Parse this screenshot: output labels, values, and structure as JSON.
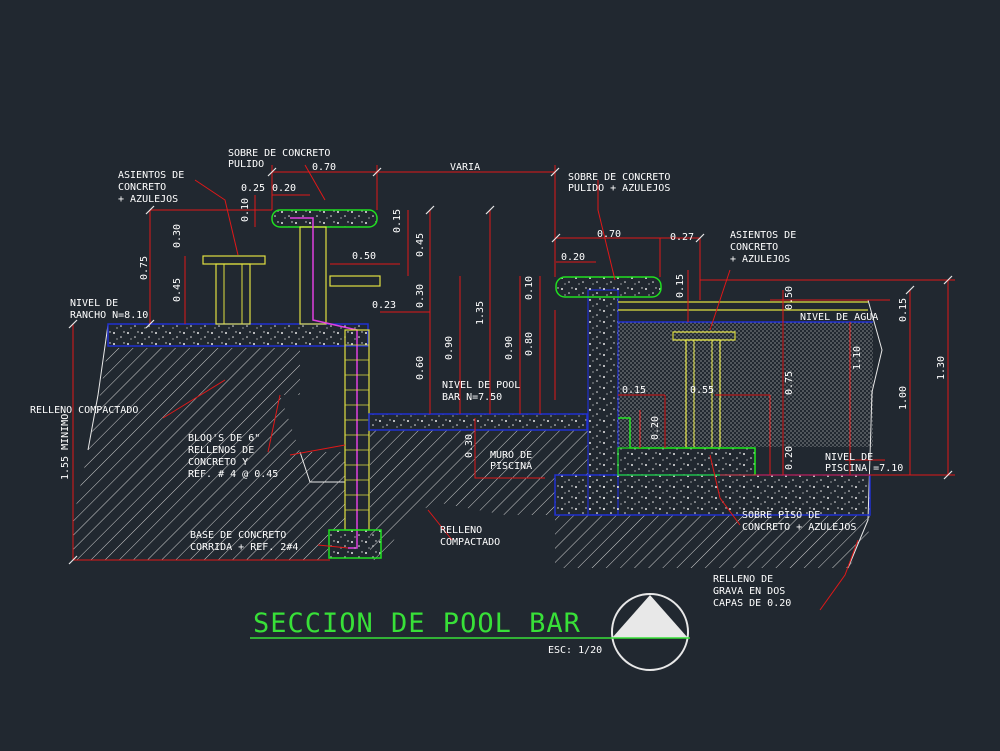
{
  "drawing": {
    "title": "SECCION DE POOL BAR",
    "scale": "ESC: 1/20",
    "colors": {
      "background": "#212830",
      "dimension": "#e01818",
      "label": "#ffffff",
      "structure": "#20e020",
      "slab": "#2030d0",
      "rebar": "#e040e0",
      "yellow": "#e0e040",
      "hatch": "#d8d8d8"
    }
  },
  "labels": {
    "asientos1": [
      "ASIENTOS DE",
      "CONCRETO",
      "+ AZULEJOS"
    ],
    "sobre1": [
      "SOBRE DE CONCRETO",
      "PULIDO"
    ],
    "varia": "VARIA",
    "sobre2": [
      "SOBRE DE CONCRETO",
      "PULIDO + AZULEJOS"
    ],
    "asientos2": [
      "ASIENTOS DE",
      "CONCRETO",
      "+ AZULEJOS"
    ],
    "nivel_rancho": [
      "NIVEL DE",
      "RANCHO N=8.10"
    ],
    "nivel_agua": "NIVEL DE AGUA",
    "nivel_pool": [
      "NIVEL DE POOL",
      "BAR N=7.50"
    ],
    "relleno1": "RELLENO COMPACTADO",
    "blocks": [
      "BLOQ'S DE 6\"",
      "RELLENOS DE",
      "CONCRETO Y",
      "REF. # 4 @ 0.45"
    ],
    "muro": [
      "MURO DE",
      "PISCINA"
    ],
    "nivel_piscina": [
      "NIVEL DE",
      "PISCINA =7.10"
    ],
    "base": [
      "BASE DE CONCRETO",
      "CORRIDA + REF. 2#4"
    ],
    "relleno2": [
      "RELLENO",
      "COMPACTADO"
    ],
    "sobre_piso": [
      "SOBRE PISO DE",
      "CONCRETO + AZULEJOS"
    ],
    "grava": [
      "RELLENO DE",
      "GRAVA EN DOS",
      "CAPAS DE 0.20"
    ],
    "minimo": "1.55 MINIMO"
  },
  "dimensions": {
    "d070a": "0.70",
    "d025": "0.25",
    "d020a": "0.20",
    "d010a": "0.10",
    "d030a": "0.30",
    "d075a": "0.75",
    "d045a": "0.45",
    "d015a": "0.15",
    "d045b": "0.45",
    "d050": "0.50",
    "d030b": "0.30",
    "d023": "0.23",
    "d060": "0.60",
    "d090a": "0.90",
    "d135": "1.35",
    "d090b": "0.90",
    "d010b": "0.10",
    "d080": "0.80",
    "d070b": "0.70",
    "d020b": "0.20",
    "d027": "0.27",
    "d015b": "0.15",
    "d055": "0.55",
    "d015c": "0.15",
    "d110": "1.10",
    "d100": "1.00",
    "d130": "1.30",
    "d015d": "0.15",
    "d050b": "0.50",
    "d020c": "0.20",
    "d075b": "0.75",
    "d020d": "0.20",
    "d030c": "0.30"
  }
}
